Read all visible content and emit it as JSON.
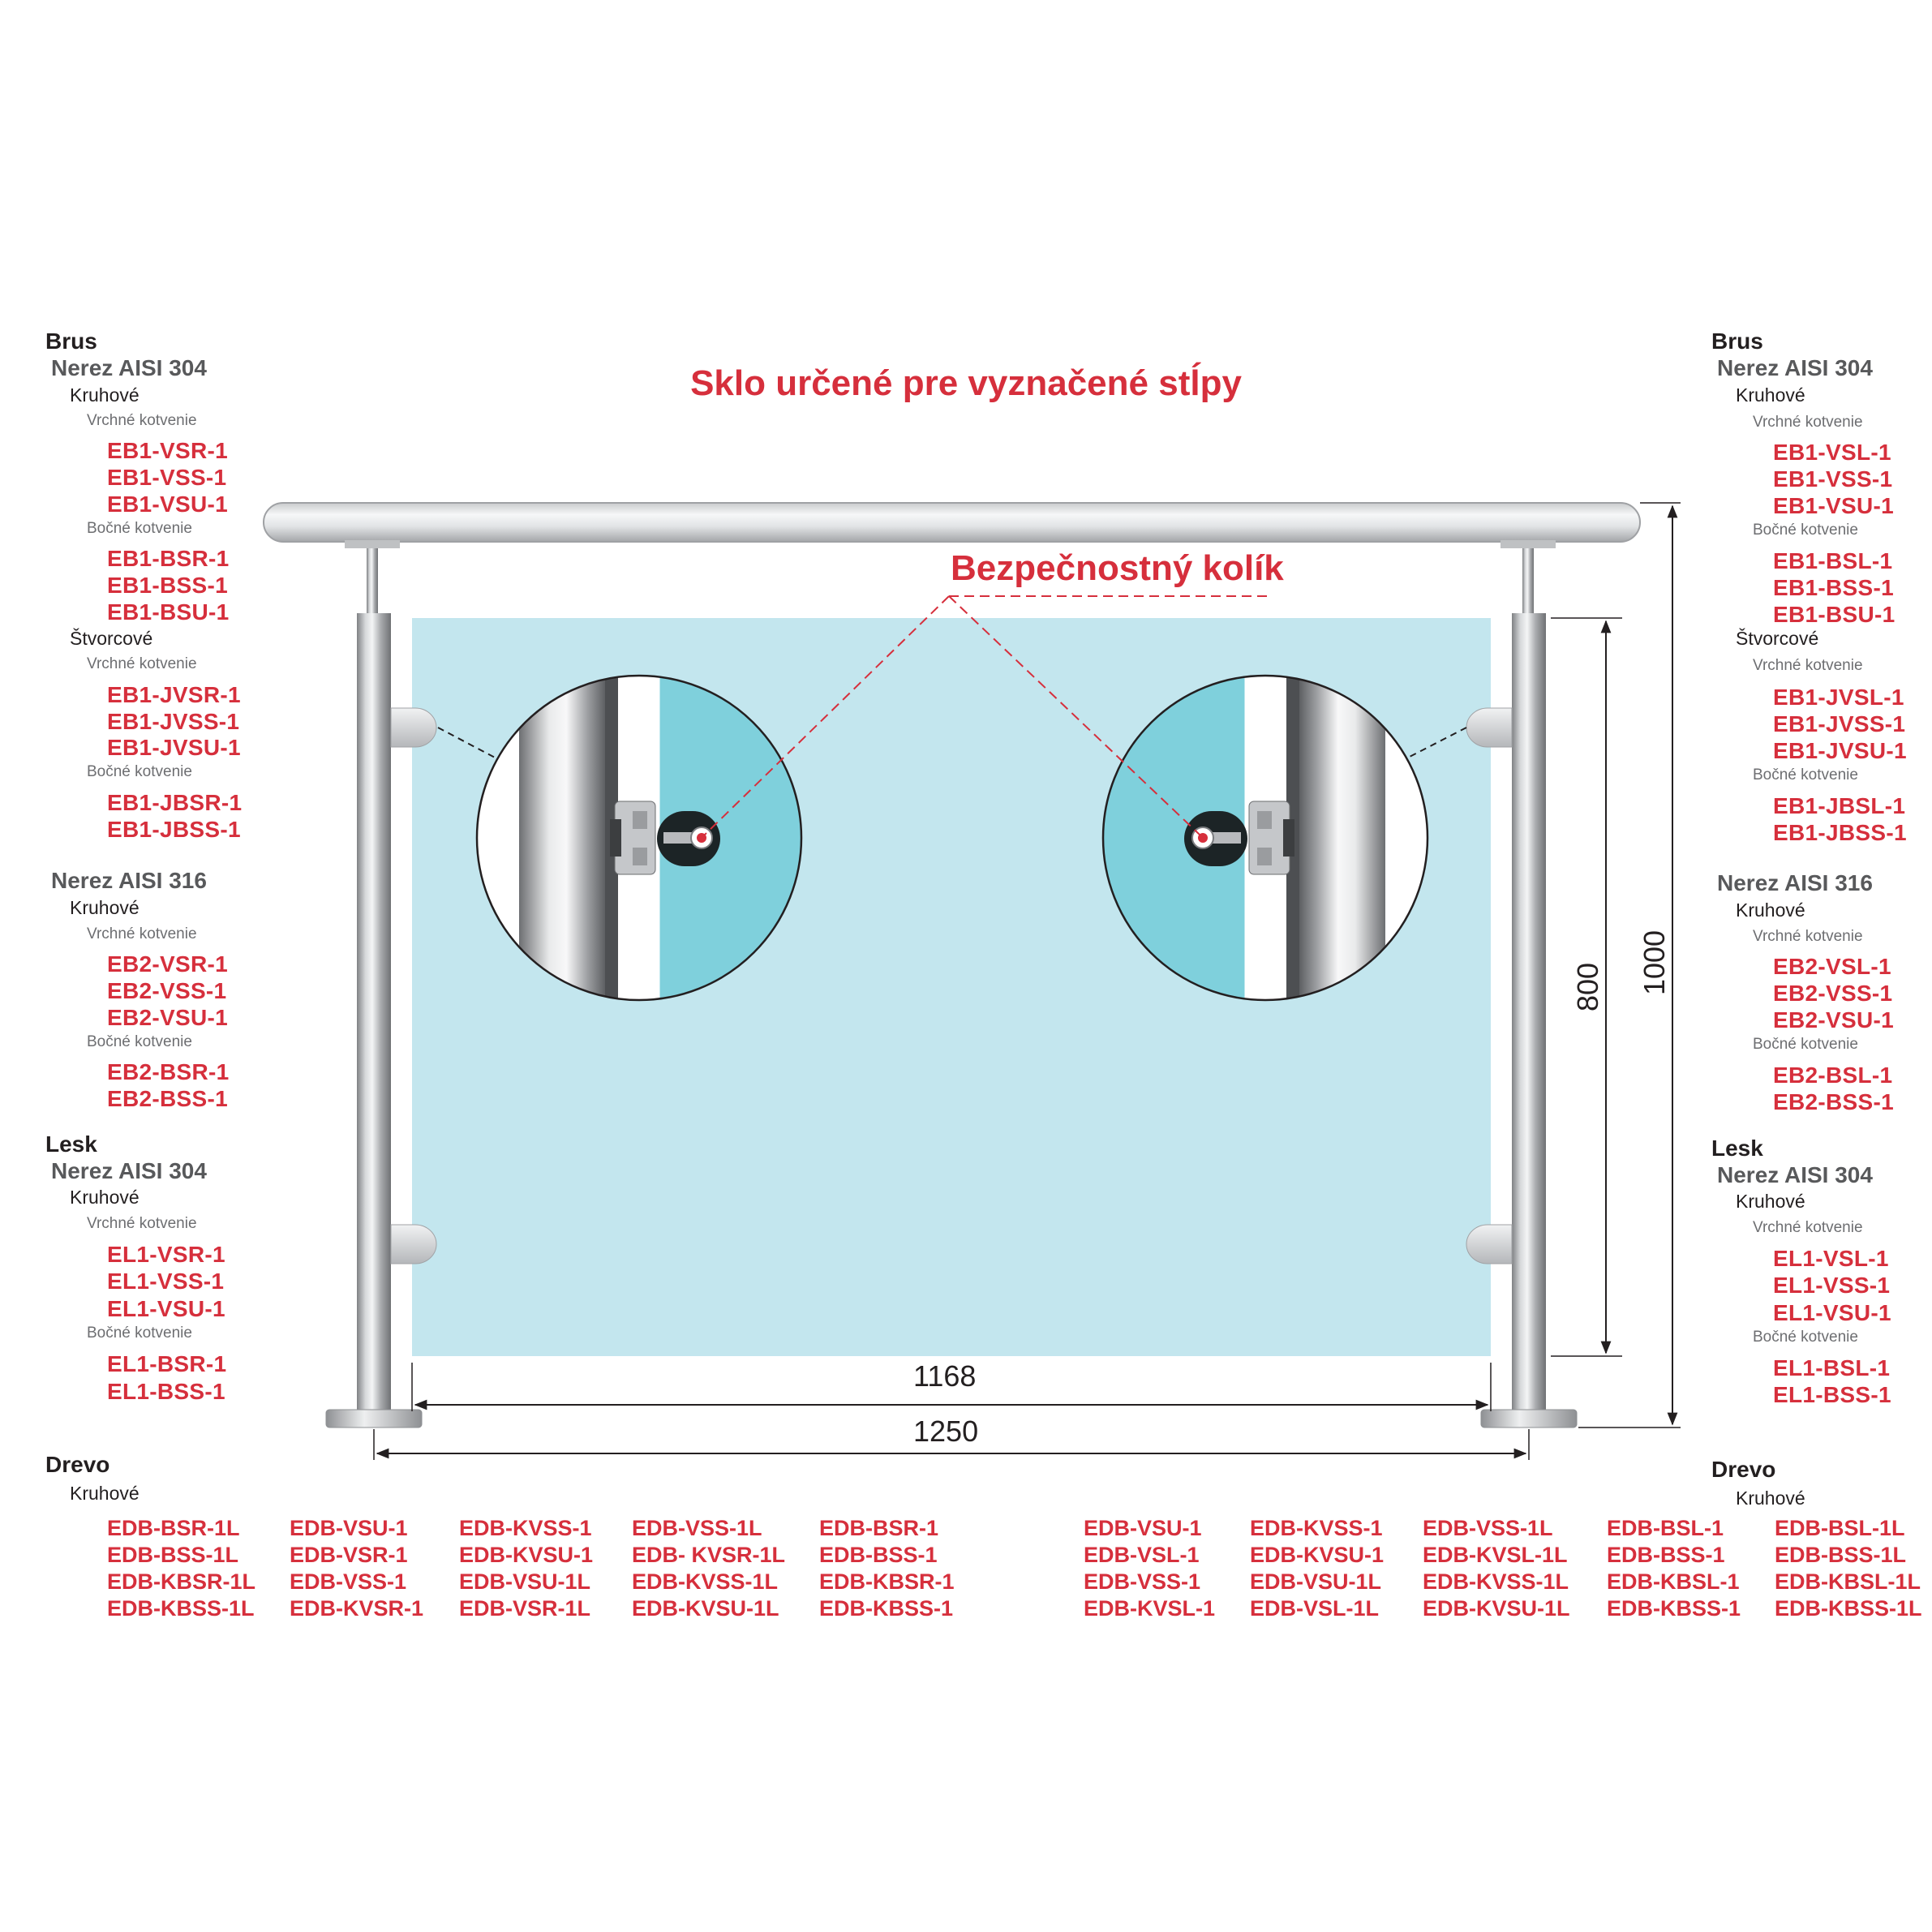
{
  "title": "Sklo určené pre vyznačené stĺpy",
  "callout": "Bezpečnostný kolík",
  "dimensions": {
    "glass_width": "1168",
    "total_width": "1250",
    "glass_height": "800",
    "total_height": "1000"
  },
  "left_catalog": [
    {
      "lvl": 0,
      "text": "Brus"
    },
    {
      "lvl": 1,
      "text": "Nerez AISI 304"
    },
    {
      "lvl": 2,
      "text": "Kruhové"
    },
    {
      "lvl": 3,
      "text": "Vrchné kotvenie"
    },
    {
      "lvl": 4,
      "text": "EB1-VSR-1"
    },
    {
      "lvl": 4,
      "text": "EB1-VSS-1"
    },
    {
      "lvl": 4,
      "text": "EB1-VSU-1"
    },
    {
      "lvl": 3,
      "text": "Bočné kotvenie"
    },
    {
      "lvl": 4,
      "text": "EB1-BSR-1"
    },
    {
      "lvl": 4,
      "text": "EB1-BSS-1"
    },
    {
      "lvl": 4,
      "text": "EB1-BSU-1"
    },
    {
      "lvl": 2,
      "text": "Štvorcové"
    },
    {
      "lvl": 3,
      "text": "Vrchné kotvenie"
    },
    {
      "lvl": 4,
      "text": "EB1-JVSR-1"
    },
    {
      "lvl": 4,
      "text": "EB1-JVSS-1"
    },
    {
      "lvl": 4,
      "text": "EB1-JVSU-1"
    },
    {
      "lvl": 3,
      "text": "Bočné kotvenie"
    },
    {
      "lvl": 4,
      "text": "EB1-JBSR-1"
    },
    {
      "lvl": 4,
      "text": "EB1-JBSS-1"
    },
    {
      "lvl": 1,
      "text": "Nerez AISI 316"
    },
    {
      "lvl": 2,
      "text": "Kruhové"
    },
    {
      "lvl": 3,
      "text": "Vrchné kotvenie"
    },
    {
      "lvl": 4,
      "text": "EB2-VSR-1"
    },
    {
      "lvl": 4,
      "text": "EB2-VSS-1"
    },
    {
      "lvl": 4,
      "text": "EB2-VSU-1"
    },
    {
      "lvl": 3,
      "text": "Bočné kotvenie"
    },
    {
      "lvl": 4,
      "text": "EB2-BSR-1"
    },
    {
      "lvl": 4,
      "text": "EB2-BSS-1"
    },
    {
      "lvl": 0,
      "text": "Lesk"
    },
    {
      "lvl": 1,
      "text": "Nerez AISI 304"
    },
    {
      "lvl": 2,
      "text": "Kruhové"
    },
    {
      "lvl": 3,
      "text": "Vrchné kotvenie"
    },
    {
      "lvl": 4,
      "text": "EL1-VSR-1"
    },
    {
      "lvl": 4,
      "text": "EL1-VSS-1"
    },
    {
      "lvl": 4,
      "text": "EL1-VSU-1"
    },
    {
      "lvl": 3,
      "text": "Bočné kotvenie"
    },
    {
      "lvl": 4,
      "text": "EL1-BSR-1"
    },
    {
      "lvl": 4,
      "text": "EL1-BSS-1"
    },
    {
      "lvl": 0,
      "text": "Drevo"
    },
    {
      "lvl": 2,
      "text": "Kruhové"
    }
  ],
  "right_catalog": [
    {
      "lvl": 0,
      "text": "Brus"
    },
    {
      "lvl": 1,
      "text": "Nerez AISI 304"
    },
    {
      "lvl": 2,
      "text": "Kruhové"
    },
    {
      "lvl": 3,
      "text": "Vrchné kotvenie"
    },
    {
      "lvl": 4,
      "text": "EB1-VSL-1"
    },
    {
      "lvl": 4,
      "text": "EB1-VSS-1"
    },
    {
      "lvl": 4,
      "text": "EB1-VSU-1"
    },
    {
      "lvl": 3,
      "text": "Bočné kotvenie"
    },
    {
      "lvl": 4,
      "text": "EB1-BSL-1"
    },
    {
      "lvl": 4,
      "text": "EB1-BSS-1"
    },
    {
      "lvl": 4,
      "text": "EB1-BSU-1"
    },
    {
      "lvl": 2,
      "text": "Štvorcové"
    },
    {
      "lvl": 3,
      "text": "Vrchné kotvenie"
    },
    {
      "lvl": 4,
      "text": "EB1-JVSL-1"
    },
    {
      "lvl": 4,
      "text": "EB1-JVSS-1"
    },
    {
      "lvl": 4,
      "text": "EB1-JVSU-1"
    },
    {
      "lvl": 3,
      "text": "Bočné kotvenie"
    },
    {
      "lvl": 4,
      "text": "EB1-JBSL-1"
    },
    {
      "lvl": 4,
      "text": "EB1-JBSS-1"
    },
    {
      "lvl": 1,
      "text": "Nerez AISI 316"
    },
    {
      "lvl": 2,
      "text": "Kruhové"
    },
    {
      "lvl": 3,
      "text": "Vrchné kotvenie"
    },
    {
      "lvl": 4,
      "text": "EB2-VSL-1"
    },
    {
      "lvl": 4,
      "text": "EB2-VSS-1"
    },
    {
      "lvl": 4,
      "text": "EB2-VSU-1"
    },
    {
      "lvl": 3,
      "text": "Bočné kotvenie"
    },
    {
      "lvl": 4,
      "text": "EB2-BSL-1"
    },
    {
      "lvl": 4,
      "text": "EB2-BSS-1"
    },
    {
      "lvl": 0,
      "text": "Lesk"
    },
    {
      "lvl": 1,
      "text": "Nerez AISI 304"
    },
    {
      "lvl": 2,
      "text": "Kruhové"
    },
    {
      "lvl": 3,
      "text": "Vrchné kotvenie"
    },
    {
      "lvl": 4,
      "text": "EL1-VSL-1"
    },
    {
      "lvl": 4,
      "text": "EL1-VSS-1"
    },
    {
      "lvl": 4,
      "text": "EL1-VSU-1"
    },
    {
      "lvl": 3,
      "text": "Bočné kotvenie"
    },
    {
      "lvl": 4,
      "text": "EL1-BSL-1"
    },
    {
      "lvl": 4,
      "text": "EL1-BSS-1"
    },
    {
      "lvl": 0,
      "text": "Drevo"
    },
    {
      "lvl": 2,
      "text": "Kruhové"
    }
  ],
  "wood_left_columns": [
    [
      "EDB-BSR-1L",
      "EDB-BSS-1L",
      "EDB-KBSR-1L",
      "EDB-KBSS-1L"
    ],
    [
      "EDB-VSU-1",
      "EDB-VSR-1",
      "EDB-VSS-1",
      "EDB-KVSR-1"
    ],
    [
      "EDB-KVSS-1",
      "EDB-KVSU-1",
      "EDB-VSU-1L",
      "EDB-VSR-1L"
    ],
    [
      "EDB-VSS-1L",
      "EDB- KVSR-1L",
      "EDB-KVSS-1L",
      "EDB-KVSU-1L"
    ],
    [
      "EDB-BSR-1",
      "EDB-BSS-1",
      "EDB-KBSR-1",
      "EDB-KBSS-1"
    ]
  ],
  "wood_right_columns": [
    [
      "EDB-VSU-1",
      "EDB-VSL-1",
      "EDB-VSS-1",
      "EDB-KVSL-1"
    ],
    [
      "EDB-KVSS-1",
      "EDB-KVSU-1",
      "EDB-VSU-1L",
      "EDB-VSL-1L"
    ],
    [
      "EDB-VSS-1L",
      "EDB-KVSL-1L",
      "EDB-KVSS-1L",
      "EDB-KVSU-1L"
    ],
    [
      "EDB-BSL-1",
      "EDB-BSS-1",
      "EDB-KBSL-1",
      "EDB-KBSS-1"
    ],
    [
      "EDB-BSL-1L",
      "EDB-BSS-1L",
      "EDB-KBSL-1L",
      "EDB-KBSS-1L"
    ]
  ],
  "colors": {
    "accent_red": "#d62f3c",
    "glass": "#c3e6ee",
    "glass_detail": "#7fd0dc",
    "steel_dark": "#8c8e91",
    "steel_light": "#eef0f1"
  }
}
